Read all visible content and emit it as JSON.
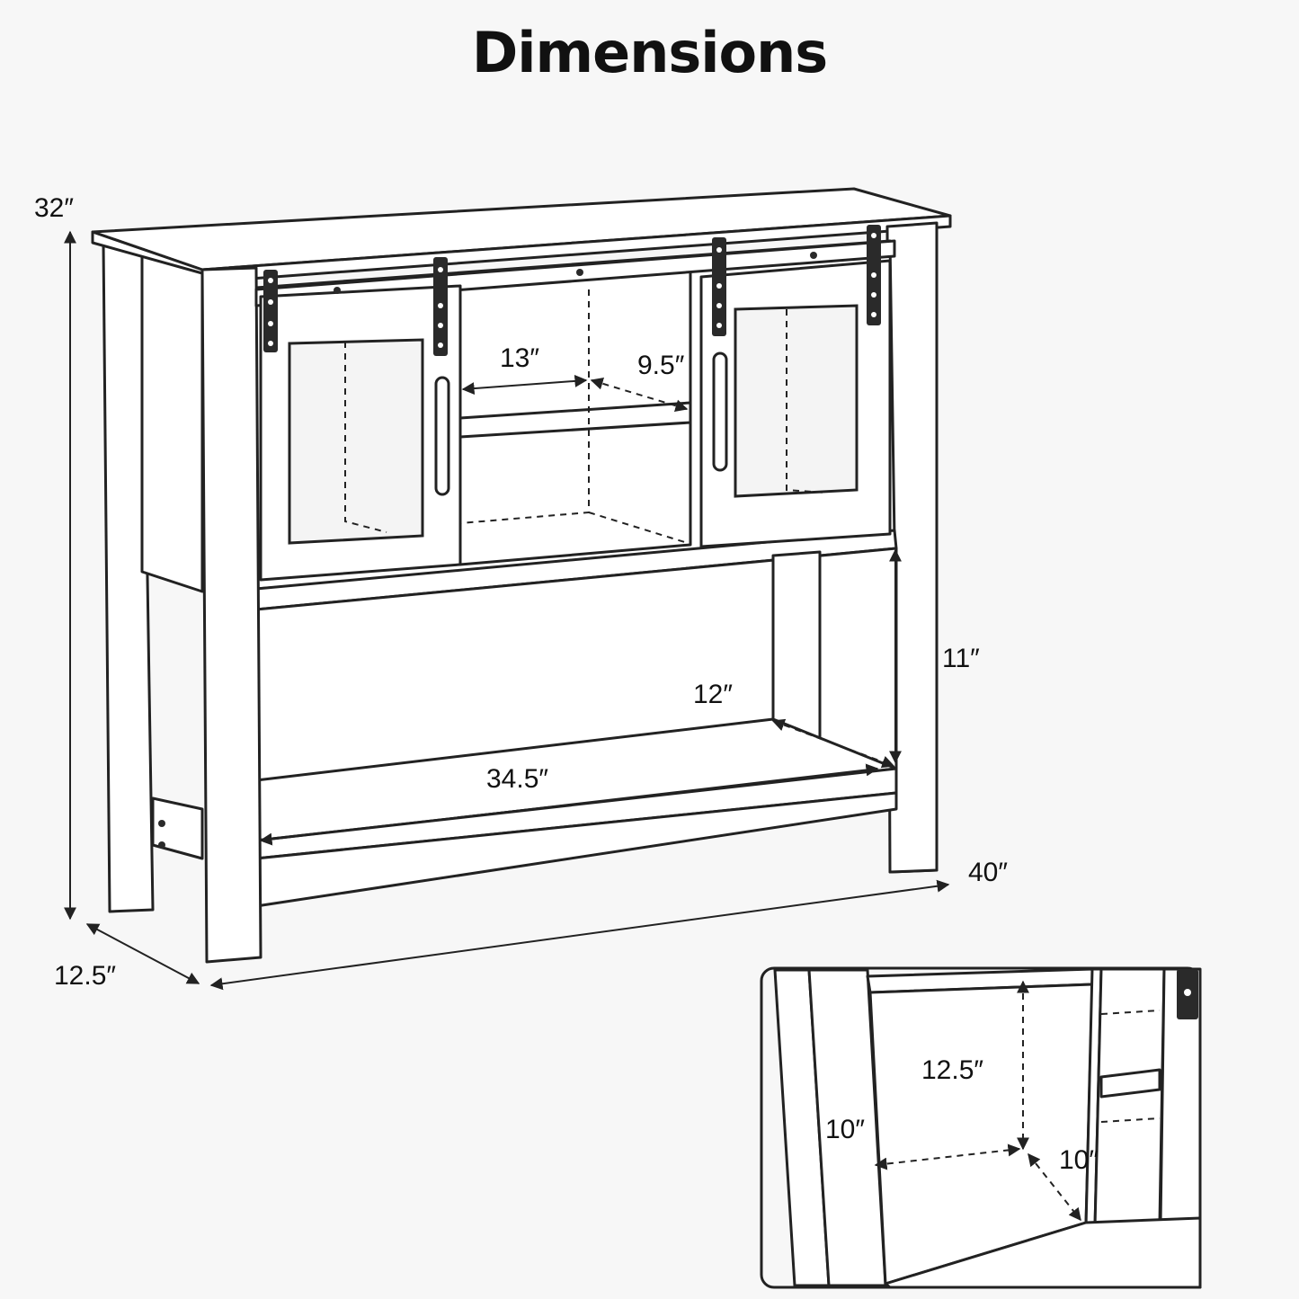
{
  "title": "Dimensions",
  "dimensions": {
    "height": "32″",
    "depth": "12.5″",
    "width": "40″",
    "shelf_opening_width": "13″",
    "shelf_opening_depth": "9.5″",
    "bottom_shelf_width": "34.5″",
    "bottom_shelf_depth": "12″",
    "bottom_clearance_height": "11″"
  },
  "inset": {
    "height": "12.5″",
    "width": "10″",
    "depth": "10″"
  }
}
